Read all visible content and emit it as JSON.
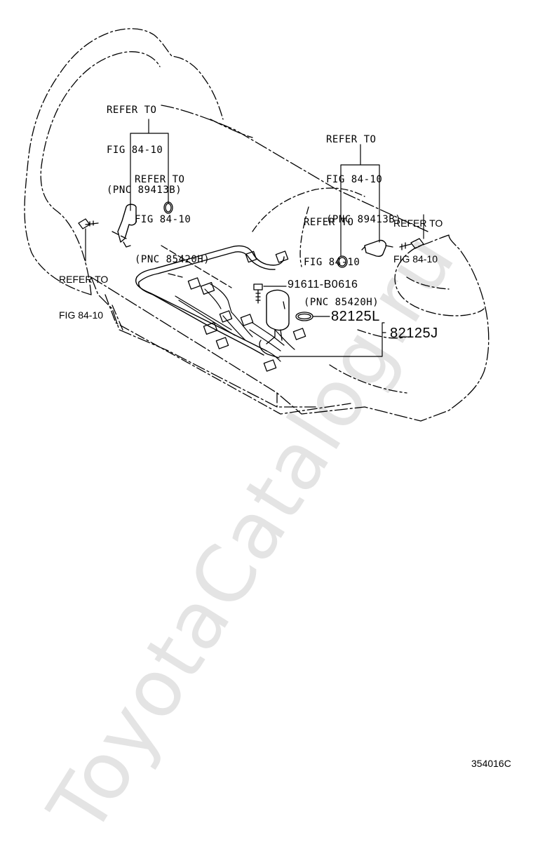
{
  "callouts": [
    {
      "id": "refer-89413b-left",
      "line1": "REFER TO",
      "line2": "FIG 84-10",
      "line3": "(PNC 89413B)"
    },
    {
      "id": "refer-85420h-left",
      "line1": "REFER TO",
      "line2": "FIG 84-10",
      "line3": "(PNC 85420H)"
    },
    {
      "id": "refer-89413b-right",
      "line1": "REFER TO",
      "line2": "FIG 84-10",
      "line3": "(PNC 89413B)"
    },
    {
      "id": "refer-85420h-right",
      "line1": "REFER TO",
      "line2": "FIG 84-10",
      "line3": "(PNC 85420H)"
    },
    {
      "id": "refer-left-bolt",
      "line1": "REFER TO",
      "line2": "FIG 84-10"
    },
    {
      "id": "refer-right-bolt",
      "line1": "REFER TO",
      "line2": "FIG 84-10"
    }
  ],
  "part_numbers": {
    "bolt": "91611-B0616",
    "clamp": "82125L",
    "harness": "82125J"
  },
  "watermark": "ToyotaCatalog.ru",
  "figure_ref": "354016C"
}
